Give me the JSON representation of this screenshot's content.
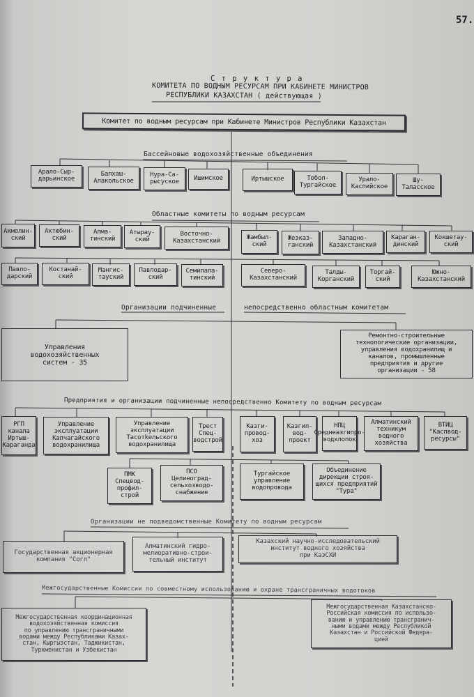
{
  "page_number": "57.",
  "title": {
    "line1": "С т р у к т у р а",
    "line2": "КОМИТЕТА ПО ВОДНЫМ РЕСУРСАМ ПРИ КАБИНЕТЕ МИНИСТРОВ",
    "line3": "РЕСПУБЛИКИ КАЗАХСТАН ( действующая )"
  },
  "top_box": "Комитет по водным ресурсам при Кабинете Министров Республики Казахстан",
  "basin": {
    "heading": "Бассейновые водохозяйственные объединения",
    "left": [
      "Арало-Сыр-\nдарьинское",
      "Балхаш-\nАлакольское",
      "Нура-Са-\nрысуское",
      "Ишимское"
    ],
    "right": [
      "Иртышское",
      "Тобол-\nТургайское",
      "Урало-\nКаспийское",
      "Шу-\nТаласское"
    ]
  },
  "oblast": {
    "heading": "Областные комитеты по водным ресурсам",
    "left_row1": [
      "Акмолин-\nский",
      "Актюбин-\nский",
      "Алма-\nтинский",
      "Атырау-\nский",
      "Восточно-\nКазахстанский"
    ],
    "left_row2": [
      "Павло-\nдарский",
      "Костанай-\nский",
      "Мангис-\nтауский",
      "Павлодар-\nский",
      "Семипала-\nтинский"
    ],
    "right_row1": [
      "Жамбыл-\nский",
      "Жезказ-\nганский",
      "Западно-\nКазахстанский",
      "Караган-\nдинский",
      "Кокшетау-\nский"
    ],
    "right_row2": [
      "Северо-\nКазахстанский",
      "Талды-\nКорганский",
      "Торгай-\nский",
      "Южно-\nКазахстанский"
    ]
  },
  "subordinate": {
    "heading_left": "Организации подчиненные",
    "heading_right": "непосредственно областным комитетам",
    "left_box": "Управления\nводохозяйственных\nсистем - 35",
    "right_box": "Ремонтно-строительные\nтехнологические организации,\nуправления водохранилищ и\nканалов, промышленные\nпредприятия и другие\nорганизации - 58"
  },
  "enterprises": {
    "heading": "Предприятия и организации подчиненные непосредственно Комитету по водным ресурсам",
    "row1_left": [
      "РГП канала\nИртыш-\nКараганда",
      "Управление\nэксплуатации\nКапчагайского\nводохранилища",
      "Управление\nэксплуатации\nТасотkельского\nводохранилища",
      "Трест\nСпец-\nводстрой"
    ],
    "row1_right": [
      "Казги-\nпровод-\nхоз",
      "Казгип-\nвод-\nпроект",
      "НПЦ\nСреднеазгипро-\nводхлопок",
      "Алматинский\nтехникум\nводного\nхозяйства",
      "ВТИЦ\n\"Каспвод-\nресурсы\""
    ],
    "row2_left": [
      "ПМК\nСпецвод-\nпрофил-\nстрой",
      "ПСО\nЦелиноград-\nсельхозводо-\nснабжение"
    ],
    "row2_right": [
      "Тургайское\nуправление\nводопровода",
      "Объединение\nдирекции строя-\nщихся предприятий\n\"Тура\""
    ]
  },
  "not_subordinate": {
    "heading": "Организации не подведомственные Комитету по водным ресурсам",
    "boxes": [
      "Государственная акционерная\nкомпания \"Согл\"",
      "Алматинский гидро-\nмелиоративно-строи-\nтельный институт",
      "Казахский научно-исследовательский\nинститут водного хозяйства\nпри КазСХИ"
    ]
  },
  "interstate": {
    "heading": "Межгосударственные Комиссии по совместному использованию и охране трансграничных водотоков",
    "left_box": "Межгосударственная координационная\nводохозяйственная комиссия\nпо управлению трансграничными\nводами между Республиками Казах-\nстан, Кыргызстан, Таджикистан,\nТуркменистан и Узбекистан",
    "right_box": "Межгосударственная Казахстанско-\nРоссийская комиссия по использо-\nванию и управлению трансгранич-\nными водами между Республикой\nКазахстан и Российской Федера-\nцией"
  }
}
